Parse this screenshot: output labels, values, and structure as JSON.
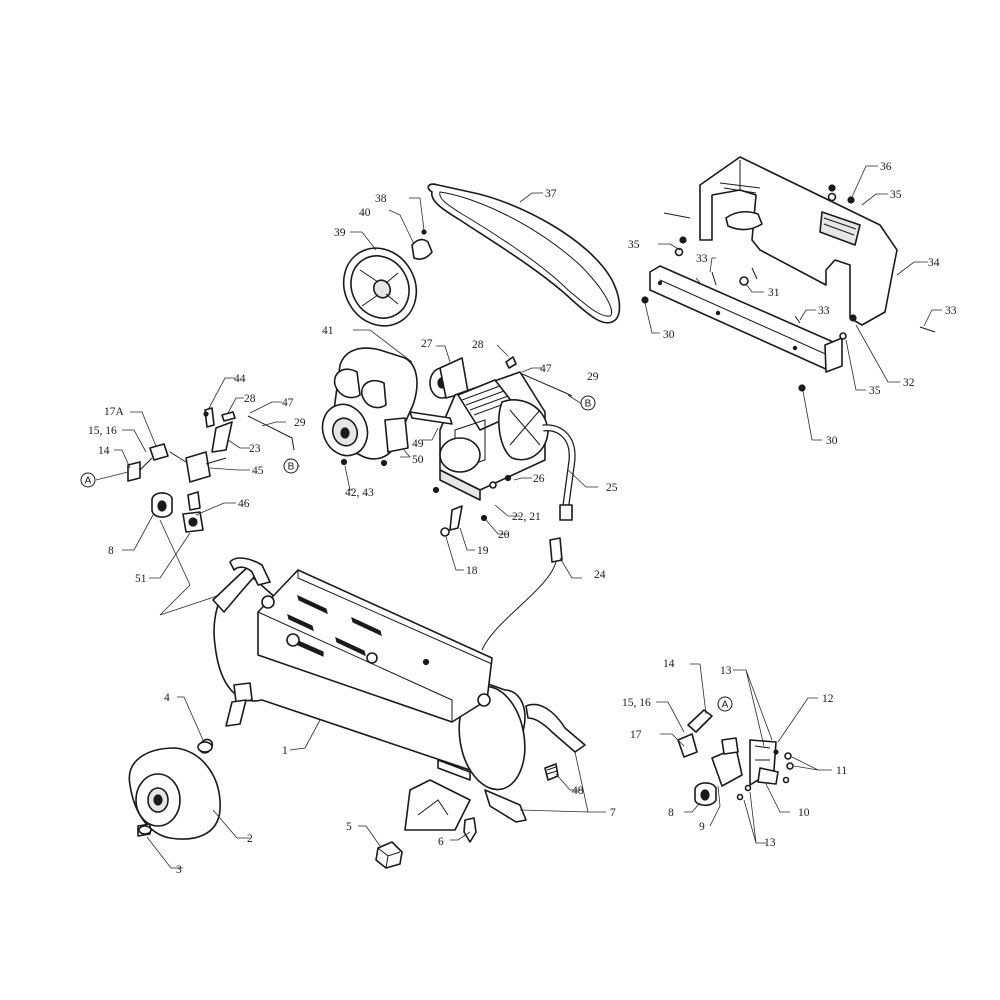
{
  "labels": {
    "p1": "1",
    "p2": "2",
    "p3": "3",
    "p4": "4",
    "p5": "5",
    "p6": "6",
    "p7": "7",
    "p8_left": "8",
    "p8_right": "8",
    "p9": "9",
    "p10": "10",
    "p11": "11",
    "p12": "12",
    "p13_top": "13",
    "p13_bottom": "13",
    "p14_left": "14",
    "p14_right": "14",
    "p15_16_left": "15, 16",
    "p15_16_right": "15, 16",
    "p17": "17",
    "p17a": "17A",
    "p18": "18",
    "p19": "19",
    "p20": "20",
    "p22_21": "22, 21",
    "p23": "23",
    "p24": "24",
    "p25": "25",
    "p26": "26",
    "p27": "27",
    "p28_left": "28",
    "p28_right": "28",
    "p29_left": "29",
    "p29_right": "29",
    "p30_left": "30",
    "p30_bottom": "30",
    "p31": "31",
    "p32": "32",
    "p33_a": "33",
    "p33_b": "33",
    "p33_c": "33",
    "p34": "34",
    "p35_a": "35",
    "p35_b": "35",
    "p35_c": "35",
    "p36": "36",
    "p37": "37",
    "p38": "38",
    "p39": "39",
    "p40": "40",
    "p41": "41",
    "p42_43": "42, 43",
    "p44": "44",
    "p45": "45",
    "p46": "46",
    "p47_left": "47",
    "p47_right": "47",
    "p49": "49",
    "p50": "50",
    "p51": "51",
    "p48": "48"
  },
  "callouts": {
    "a_left": "A",
    "a_right": "A",
    "b_left": "B",
    "b_right": "B"
  }
}
